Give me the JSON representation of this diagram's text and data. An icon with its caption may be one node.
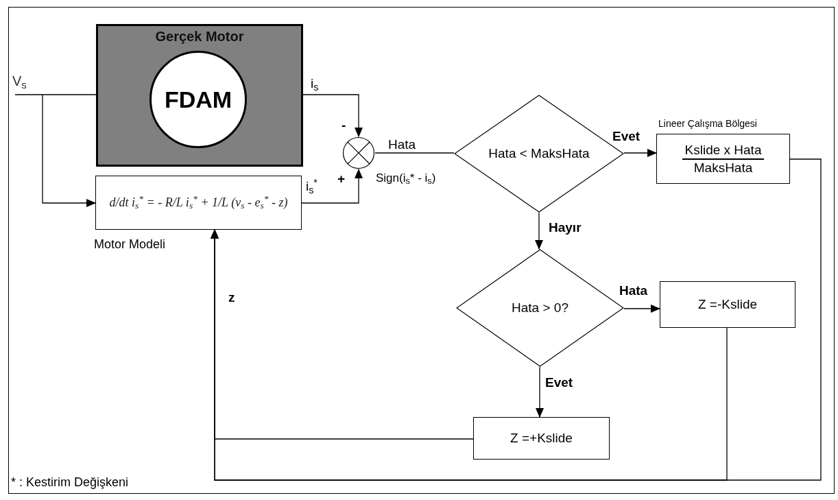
{
  "diagram": {
    "nodes": [
      {
        "text": [
          "V$_{s}$"
        ]
      },
      {
        "text": [
          "Gerçek Motor"
        ]
      },
      {
        "text": [
          "FDAM"
        ],
        "in": 1
      },
      {
        "text": [
          "d/dt i$_{s}$$^{*}$ = - R/L i$_{s}$$^{*}$ + 1/L (v$_{s}$ - e$_{s}$$^{*}$ - z)"
        ],
        "beside": [
          "Motor Modeli"
        ]
      },
      {
        "text": [],
        "shape": "circle",
        "beside": [
          "Sign(i$_{s}$* - i$_{s}$)"
        ]
      },
      {
        "text": [
          "Hata < MaksHata"
        ]
      },
      {
        "text": [
          "Kslide x Hata",
          "MaksHata"
        ],
        "beside": [
          "Lineer Çalışma Bölgesi"
        ]
      },
      {
        "text": [
          "Hata > 0?"
        ]
      },
      {
        "text": [
          "Z =-Kslide"
        ]
      },
      {
        "text": [
          "Z =+Kslide"
        ]
      }
    ],
    "edges": [
      {
        "from": 0,
        "to": 1,
        "arrow": "none"
      },
      {
        "from": 0,
        "to": 3,
        "arrow": "to"
      },
      {
        "from": 1,
        "to": 4,
        "arrow": "to",
        "label": "i$_{s}$"
      },
      {
        "from": 3,
        "to": 4,
        "arrow": "to",
        "label": "i$_{s}$$^{*}$"
      },
      {
        "from": 4,
        "to": 5,
        "arrow": "none",
        "label": "Hata"
      },
      {
        "from": 5,
        "to": 6,
        "arrow": "to",
        "label": "Evet"
      },
      {
        "from": 5,
        "to": 7,
        "arrow": "to",
        "label": "Hayır"
      },
      {
        "from": 7,
        "to": 8,
        "arrow": "to",
        "label": "Hata"
      },
      {
        "from": 7,
        "to": 9,
        "arrow": "to",
        "label": "Evet"
      },
      {
        "from": 9,
        "to": 3,
        "arrow": "to"
      },
      {
        "from": 6,
        "to": 3,
        "arrow": "to"
      },
      {
        "from": 8,
        "to": 3,
        "arrow": "to"
      }
    ],
    "labels": [
      "-",
      "+",
      "z",
      "* : Kestirim Değişkeni"
    ]
  }
}
